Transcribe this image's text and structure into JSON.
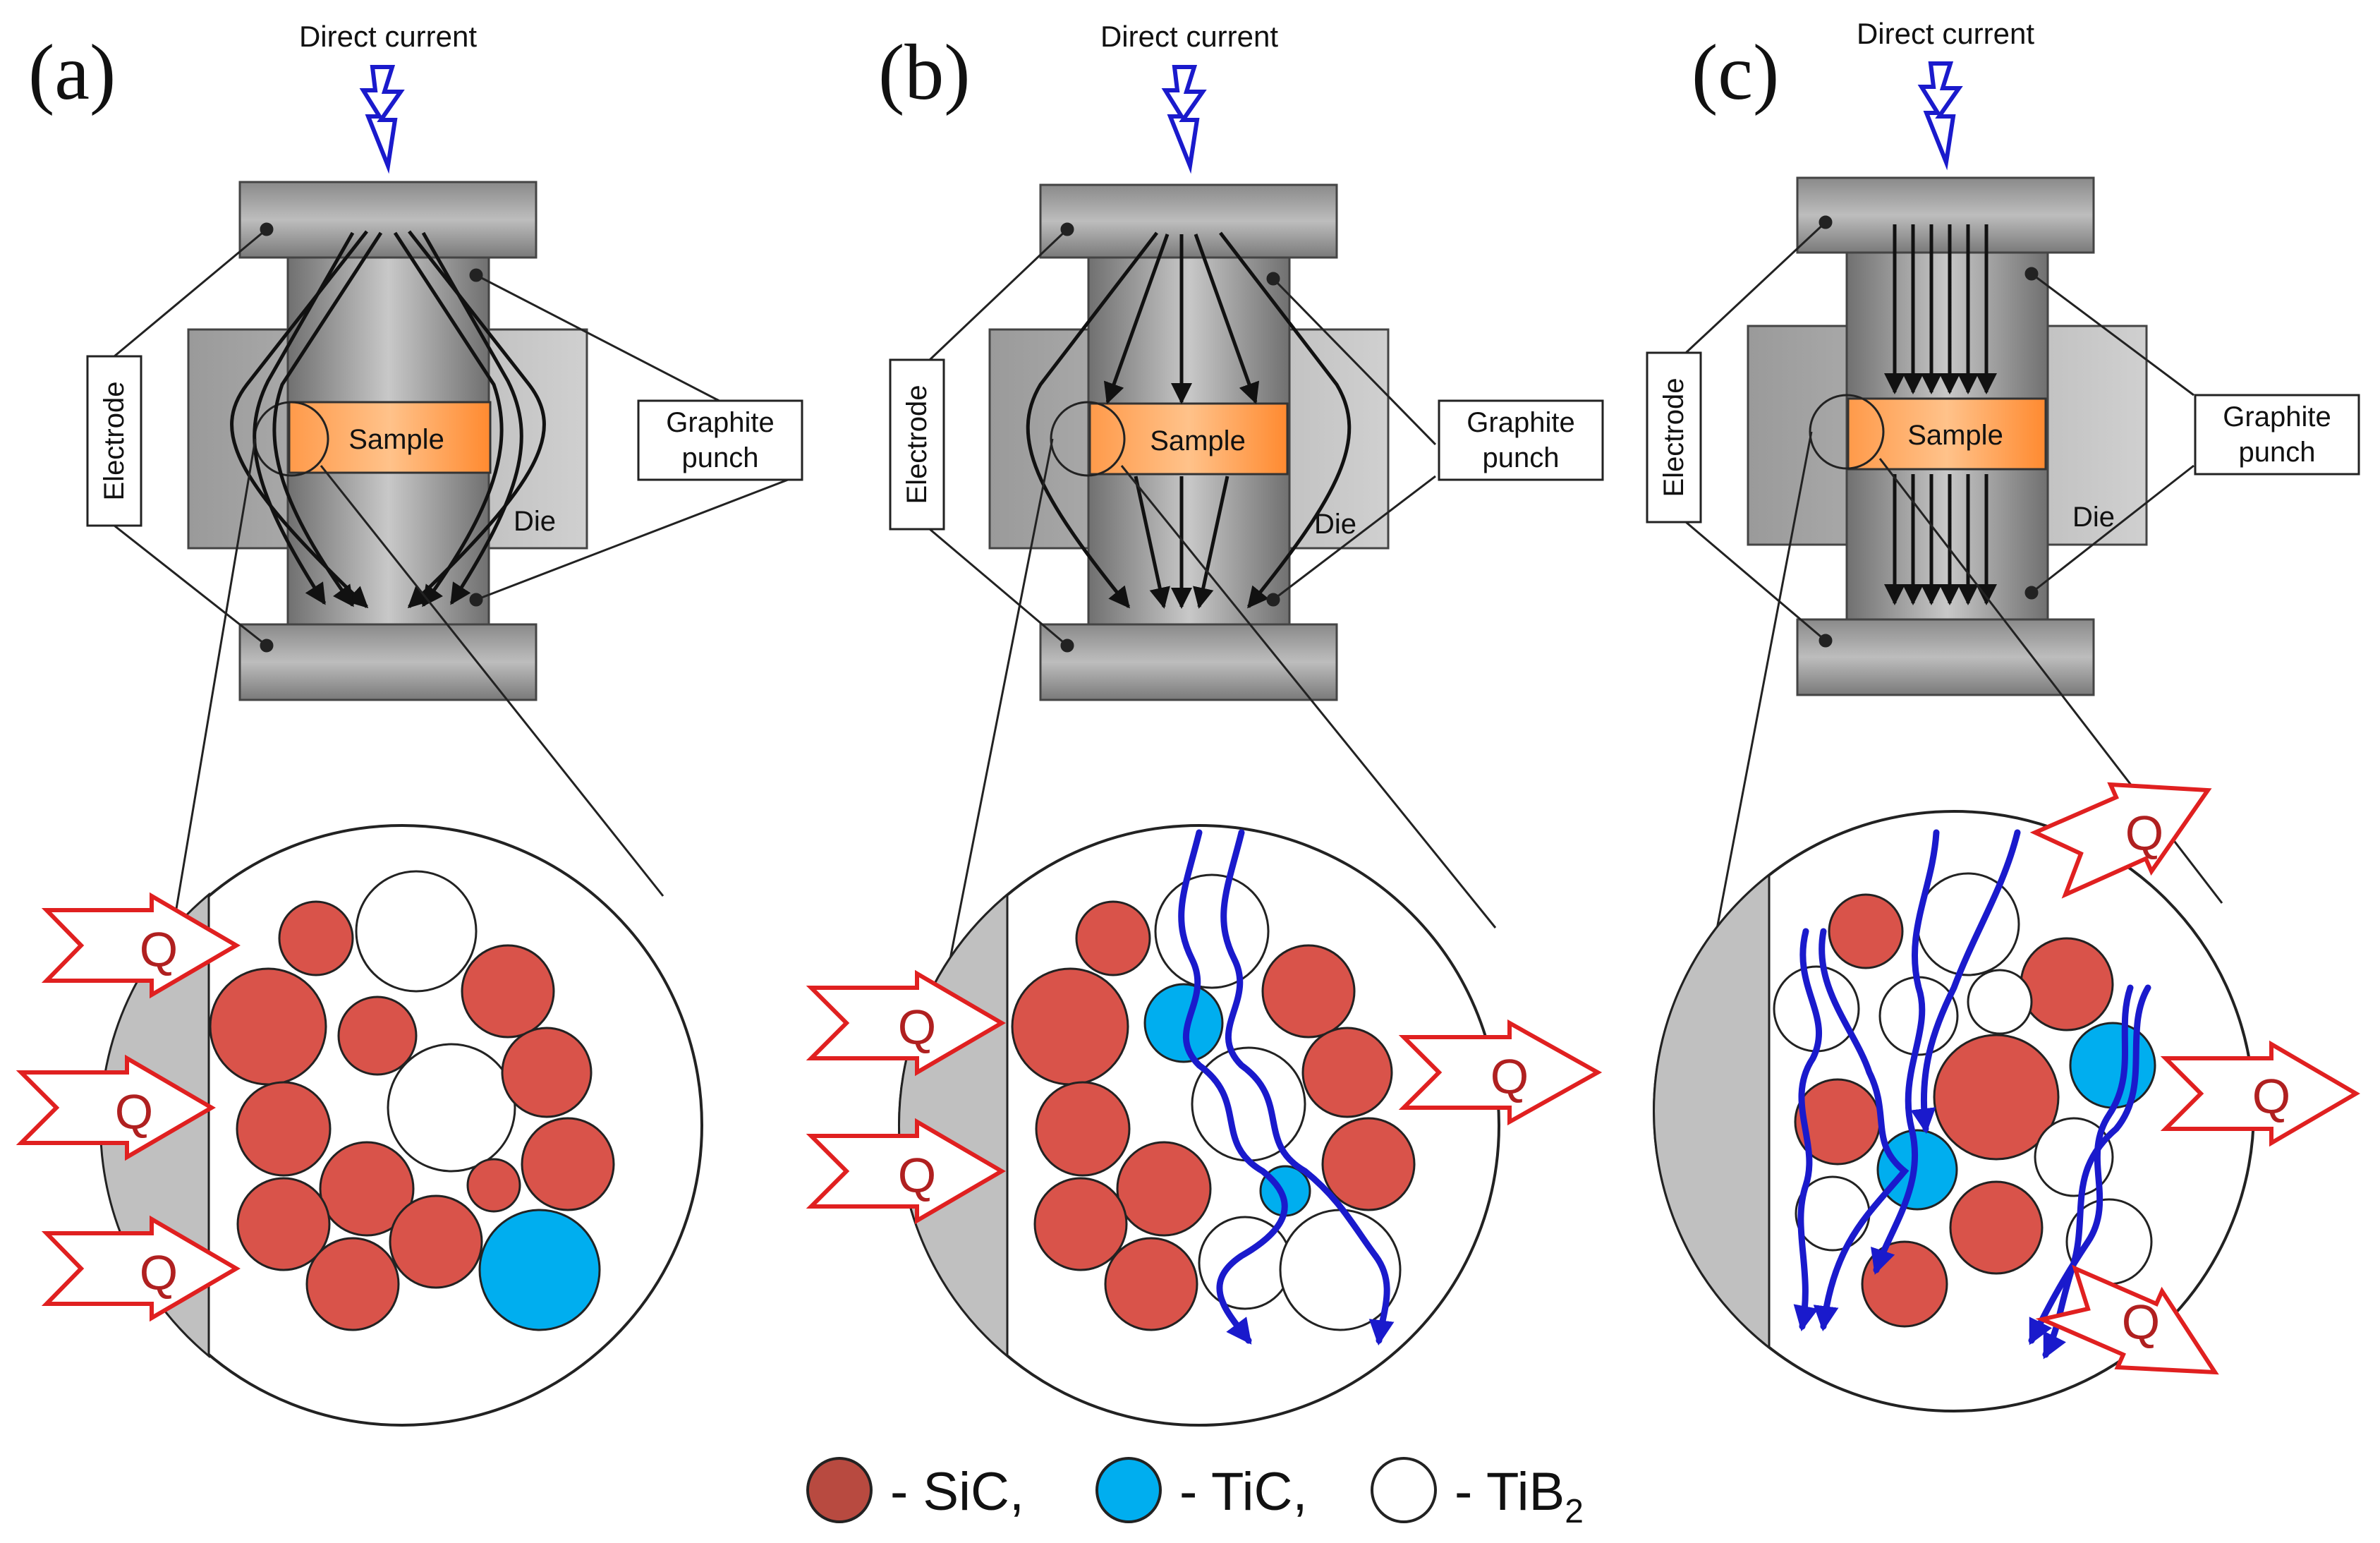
{
  "panels": [
    {
      "letter": "(a)",
      "current": "Direct current",
      "electrode": "Electrode",
      "punch_line1": "Graphite",
      "punch_line2": "punch",
      "sample": "Sample",
      "die": "Die",
      "heat": "Q"
    },
    {
      "letter": "(b)",
      "current": "Direct current",
      "electrode": "Electrode",
      "punch_line1": "Graphite",
      "punch_line2": "punch",
      "sample": "Sample",
      "die": "Die",
      "heat": "Q"
    },
    {
      "letter": "(c)",
      "current": "Direct current",
      "electrode": "Electrode",
      "punch_line1": "Graphite",
      "punch_line2": "punch",
      "sample": "Sample",
      "die": "Die",
      "heat": "Q"
    }
  ],
  "legend": {
    "sic": "- SiC,",
    "tic": "- TiC,",
    "tib2_prefix": "- TiB",
    "tib2_sub": "2"
  },
  "colors": {
    "sic": "#d9534a",
    "tic": "#00aeef",
    "tib2": "#ffffff",
    "current_path": "#1a1acc",
    "heat_arrow": "#e02020",
    "sample": "#f58a3a"
  }
}
